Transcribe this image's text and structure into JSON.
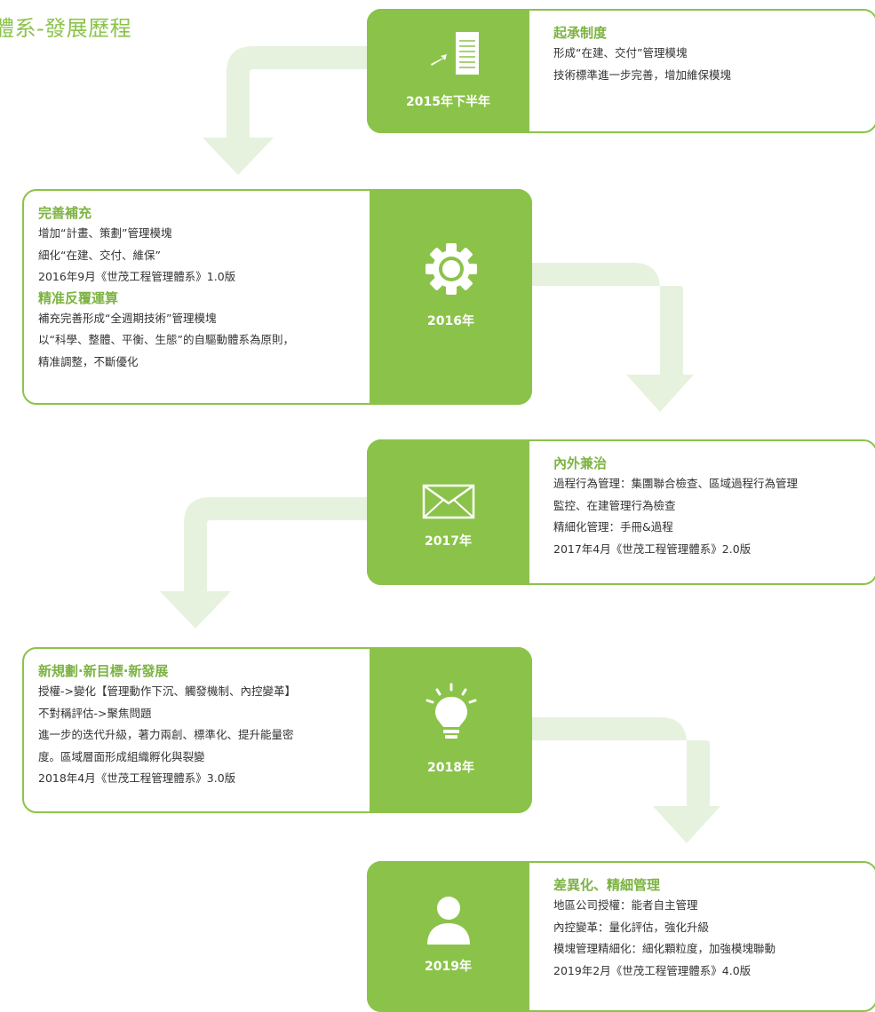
{
  "title": "體系-發展歷程",
  "colors": {
    "accent": "#8bc34a",
    "heading": "#7cb342",
    "arrow": "#e6f2dd",
    "text": "#333333"
  },
  "stages": [
    {
      "year": "2015年下半年",
      "icon": "document-icon",
      "blocks": [
        {
          "heading": "起承制度",
          "lines": [
            "形成“在建、交付”管理模塊",
            "技術標準進一步完善，增加維保模塊"
          ]
        }
      ]
    },
    {
      "year": "2016年",
      "icon": "gear-icon",
      "blocks": [
        {
          "heading": "完善補充",
          "lines": [
            "增加“計畫、策劃”管理模塊",
            "細化“在建、交付、維保”",
            "2016年9月《世茂工程管理體系》1.0版"
          ]
        },
        {
          "heading": "精准反覆運算",
          "lines": [
            "補充完善形成“全週期技術”管理模塊",
            "以“科學、整體、平衡、生態”的自驅動體系為原則，",
            "精准調整，不斷優化"
          ]
        }
      ]
    },
    {
      "year": "2017年",
      "icon": "envelope-icon",
      "blocks": [
        {
          "heading": "內外兼治",
          "lines": [
            "過程行為管理：集團聯合檢查、區域過程行為管理",
            "監控、在建管理行為檢查",
            "精細化管理：手冊&過程",
            "2017年4月《世茂工程管理體系》2.0版"
          ]
        }
      ]
    },
    {
      "year": "2018年",
      "icon": "lightbulb-icon",
      "blocks": [
        {
          "heading": "新規劃·新目標·新發展",
          "lines": [
            "授權->變化【管理動作下沉、觸發機制、內控變革】",
            "不對稱評估->聚焦問題",
            "進一步的迭代升級，著力兩創、標準化、提升能量密",
            "度。區域層面形成組織孵化與裂變",
            "2018年4月《世茂工程管理體系》3.0版"
          ]
        }
      ]
    },
    {
      "year": "2019年",
      "icon": "user-icon",
      "blocks": [
        {
          "heading": "差異化、精細管理",
          "lines": [
            "地區公司授權：能者自主管理",
            "內控變革：量化評估，強化升級",
            "模塊管理精細化：細化顆粒度，加強模塊聯動",
            "2019年2月《世茂工程管理體系》4.0版"
          ]
        }
      ]
    }
  ]
}
